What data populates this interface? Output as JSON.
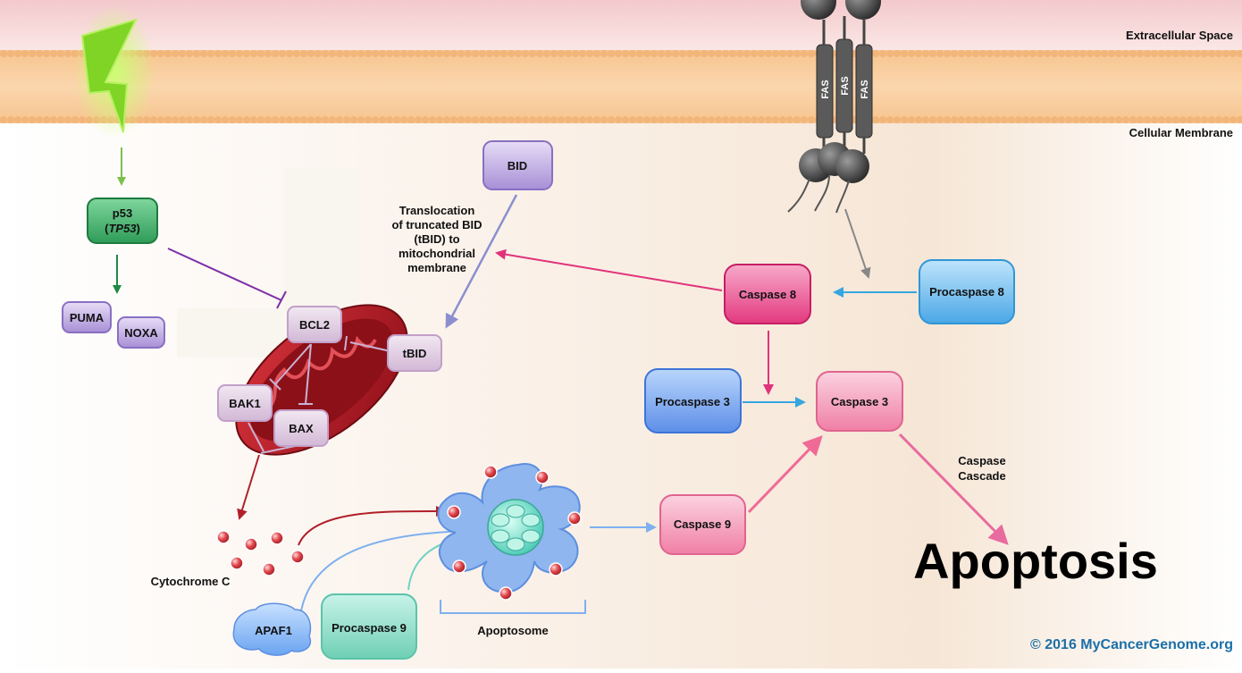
{
  "colors": {
    "membrane": "#f6c290",
    "extracellular": "#f7d9da",
    "cytoplasm": "#f7eee3",
    "green_node": "#3db36b",
    "purple_node": "#a48cd3",
    "pink_node": "#e8508f",
    "blue_node": "#5fb4e8",
    "teal_node": "#7fd9c3",
    "mito": "#b21e28",
    "copyright": "#1b6fa8"
  },
  "region_labels": {
    "extracellular": "Extracellular Space",
    "membrane": "Cellular Membrane"
  },
  "signal": {
    "icon": "lightning-bolt-icon"
  },
  "receptors": {
    "label": "FAS"
  },
  "nodes": {
    "p53": {
      "line1": "p53",
      "line2": "TP53"
    },
    "puma": "PUMA",
    "noxa": "NOXA",
    "bcl2": "BCL2",
    "tbid": "tBID",
    "bak1": "BAK1",
    "bax": "BAX",
    "bid": "BID",
    "caspase8": "Caspase 8",
    "procaspase8": "Procaspase 8",
    "procaspase3": "Procaspase 3",
    "caspase3": "Caspase 3",
    "caspase9": "Caspase 9",
    "procaspase9": "Procaspase 9",
    "apaf1": "APAF1"
  },
  "labels": {
    "translocation": [
      "Translocation",
      "of truncated BID",
      "(tBID) to",
      "mitochondrial",
      "membrane"
    ],
    "cytochrome": "Cytochrome C",
    "apoptosome": "Apoptosome",
    "cascade": [
      "Caspase",
      "Cascade"
    ],
    "apoptosis": "Apoptosis"
  },
  "copyright": "© 2016 MyCancerGenome.org"
}
